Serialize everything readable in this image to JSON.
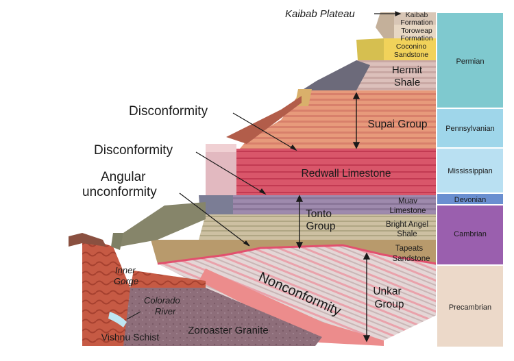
{
  "top_label": "Kaibab Plateau",
  "strata": {
    "kaibab": [
      "Kaibab",
      "Formation"
    ],
    "toroweap": [
      "Toroweap",
      "Formation"
    ],
    "coconino": [
      "Coconino",
      "Sandstone"
    ],
    "hermit": [
      "Hermit",
      "Shale"
    ],
    "supai": "Supai Group",
    "redwall": "Redwall Limestone",
    "muav": [
      "Muav",
      "Limestone"
    ],
    "tonto": [
      "Tonto",
      "Group"
    ],
    "bright_angel": [
      "Bright Angel",
      "Shale"
    ],
    "tapeats": [
      "Tapeats",
      "Sandstone"
    ],
    "unkar": [
      "Unkar",
      "Group"
    ],
    "zoroaster": "Zoroaster Granite",
    "vishnu": "Vishnu Schist",
    "nonconformity": "Nonconformity"
  },
  "features": {
    "inner_gorge": [
      "Inner",
      "Gorge"
    ],
    "colorado_river": [
      "Colorado",
      "River"
    ]
  },
  "unconformities": {
    "disconformity_upper": "Disconformity",
    "disconformity_lower": "Disconformity",
    "angular": [
      "Angular",
      "unconformity"
    ]
  },
  "periods": [
    {
      "name": "Permian",
      "color": "#7fc9cf"
    },
    {
      "name": "Pennsylvanian",
      "color": "#9fd6ea"
    },
    {
      "name": "Mississippian",
      "color": "#b9e0f2"
    },
    {
      "name": "Devonian",
      "color": "#6a8fd0"
    },
    {
      "name": "Cambrian",
      "color": "#9a5fae"
    },
    {
      "name": "Precambrian",
      "color": "#ecd9c9"
    }
  ]
}
